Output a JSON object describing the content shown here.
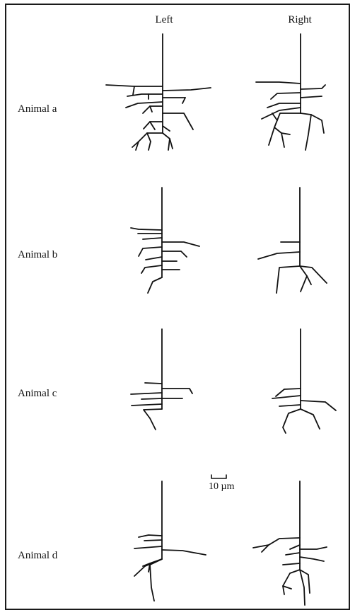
{
  "columns": [
    "Left",
    "Right"
  ],
  "rows": [
    "Animal a",
    "Animal b",
    "Animal c",
    "Animal d"
  ],
  "scale_bar": "10 µm"
}
